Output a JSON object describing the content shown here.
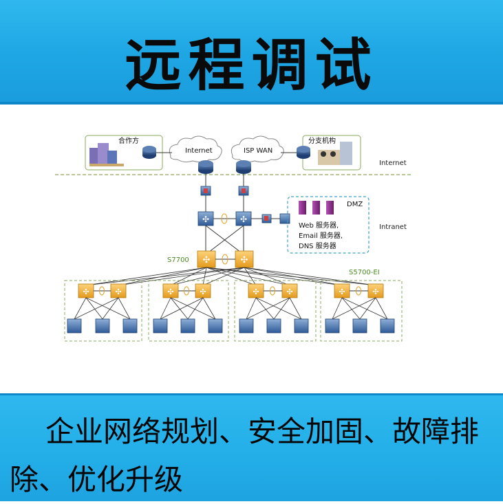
{
  "header": {
    "title": "远程调试"
  },
  "diagram": {
    "partner_label": "合作方",
    "internet_cloud": "Internet",
    "isp_cloud": "ISP WAN",
    "branch_label": "分支机构",
    "zone_internet": "Internet",
    "zone_intranet": "Intranet",
    "dmz_label": "DMZ",
    "dmz_services": [
      "Web 服务器,",
      "Email 服务器,",
      "DNS 服务器"
    ],
    "core_label": "S7700",
    "access_label": "S5700-EI",
    "colors": {
      "switch_blue": "#2f5f9a",
      "core_orange": "#f0b040",
      "dashed_green": "#8aa85a",
      "dmz_blue": "#3aa0c8"
    }
  },
  "footer": {
    "caption": "企业网络规划、安全加固、故障排除、优化升级"
  }
}
